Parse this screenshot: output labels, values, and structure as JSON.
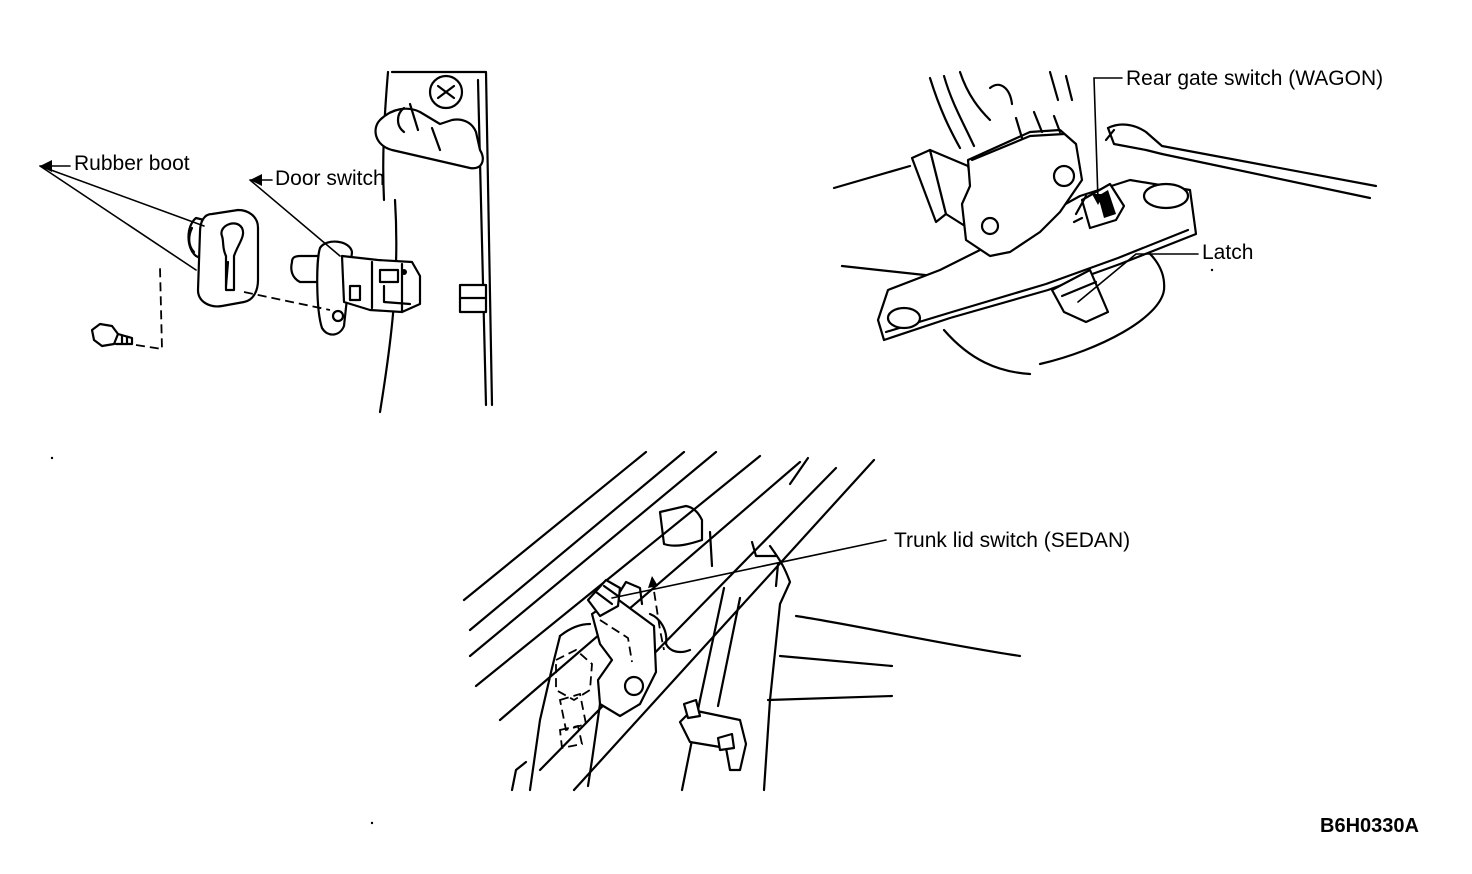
{
  "labels": {
    "rubber_boot": "Rubber boot",
    "door_switch": "Door switch",
    "rear_gate_switch": "Rear gate switch (WAGON)",
    "latch": "Latch",
    "trunk_lid_switch": "Trunk lid switch (SEDAN)",
    "figure_code": "B6H0330A"
  },
  "colors": {
    "line": "#000000",
    "background": "#ffffff"
  }
}
